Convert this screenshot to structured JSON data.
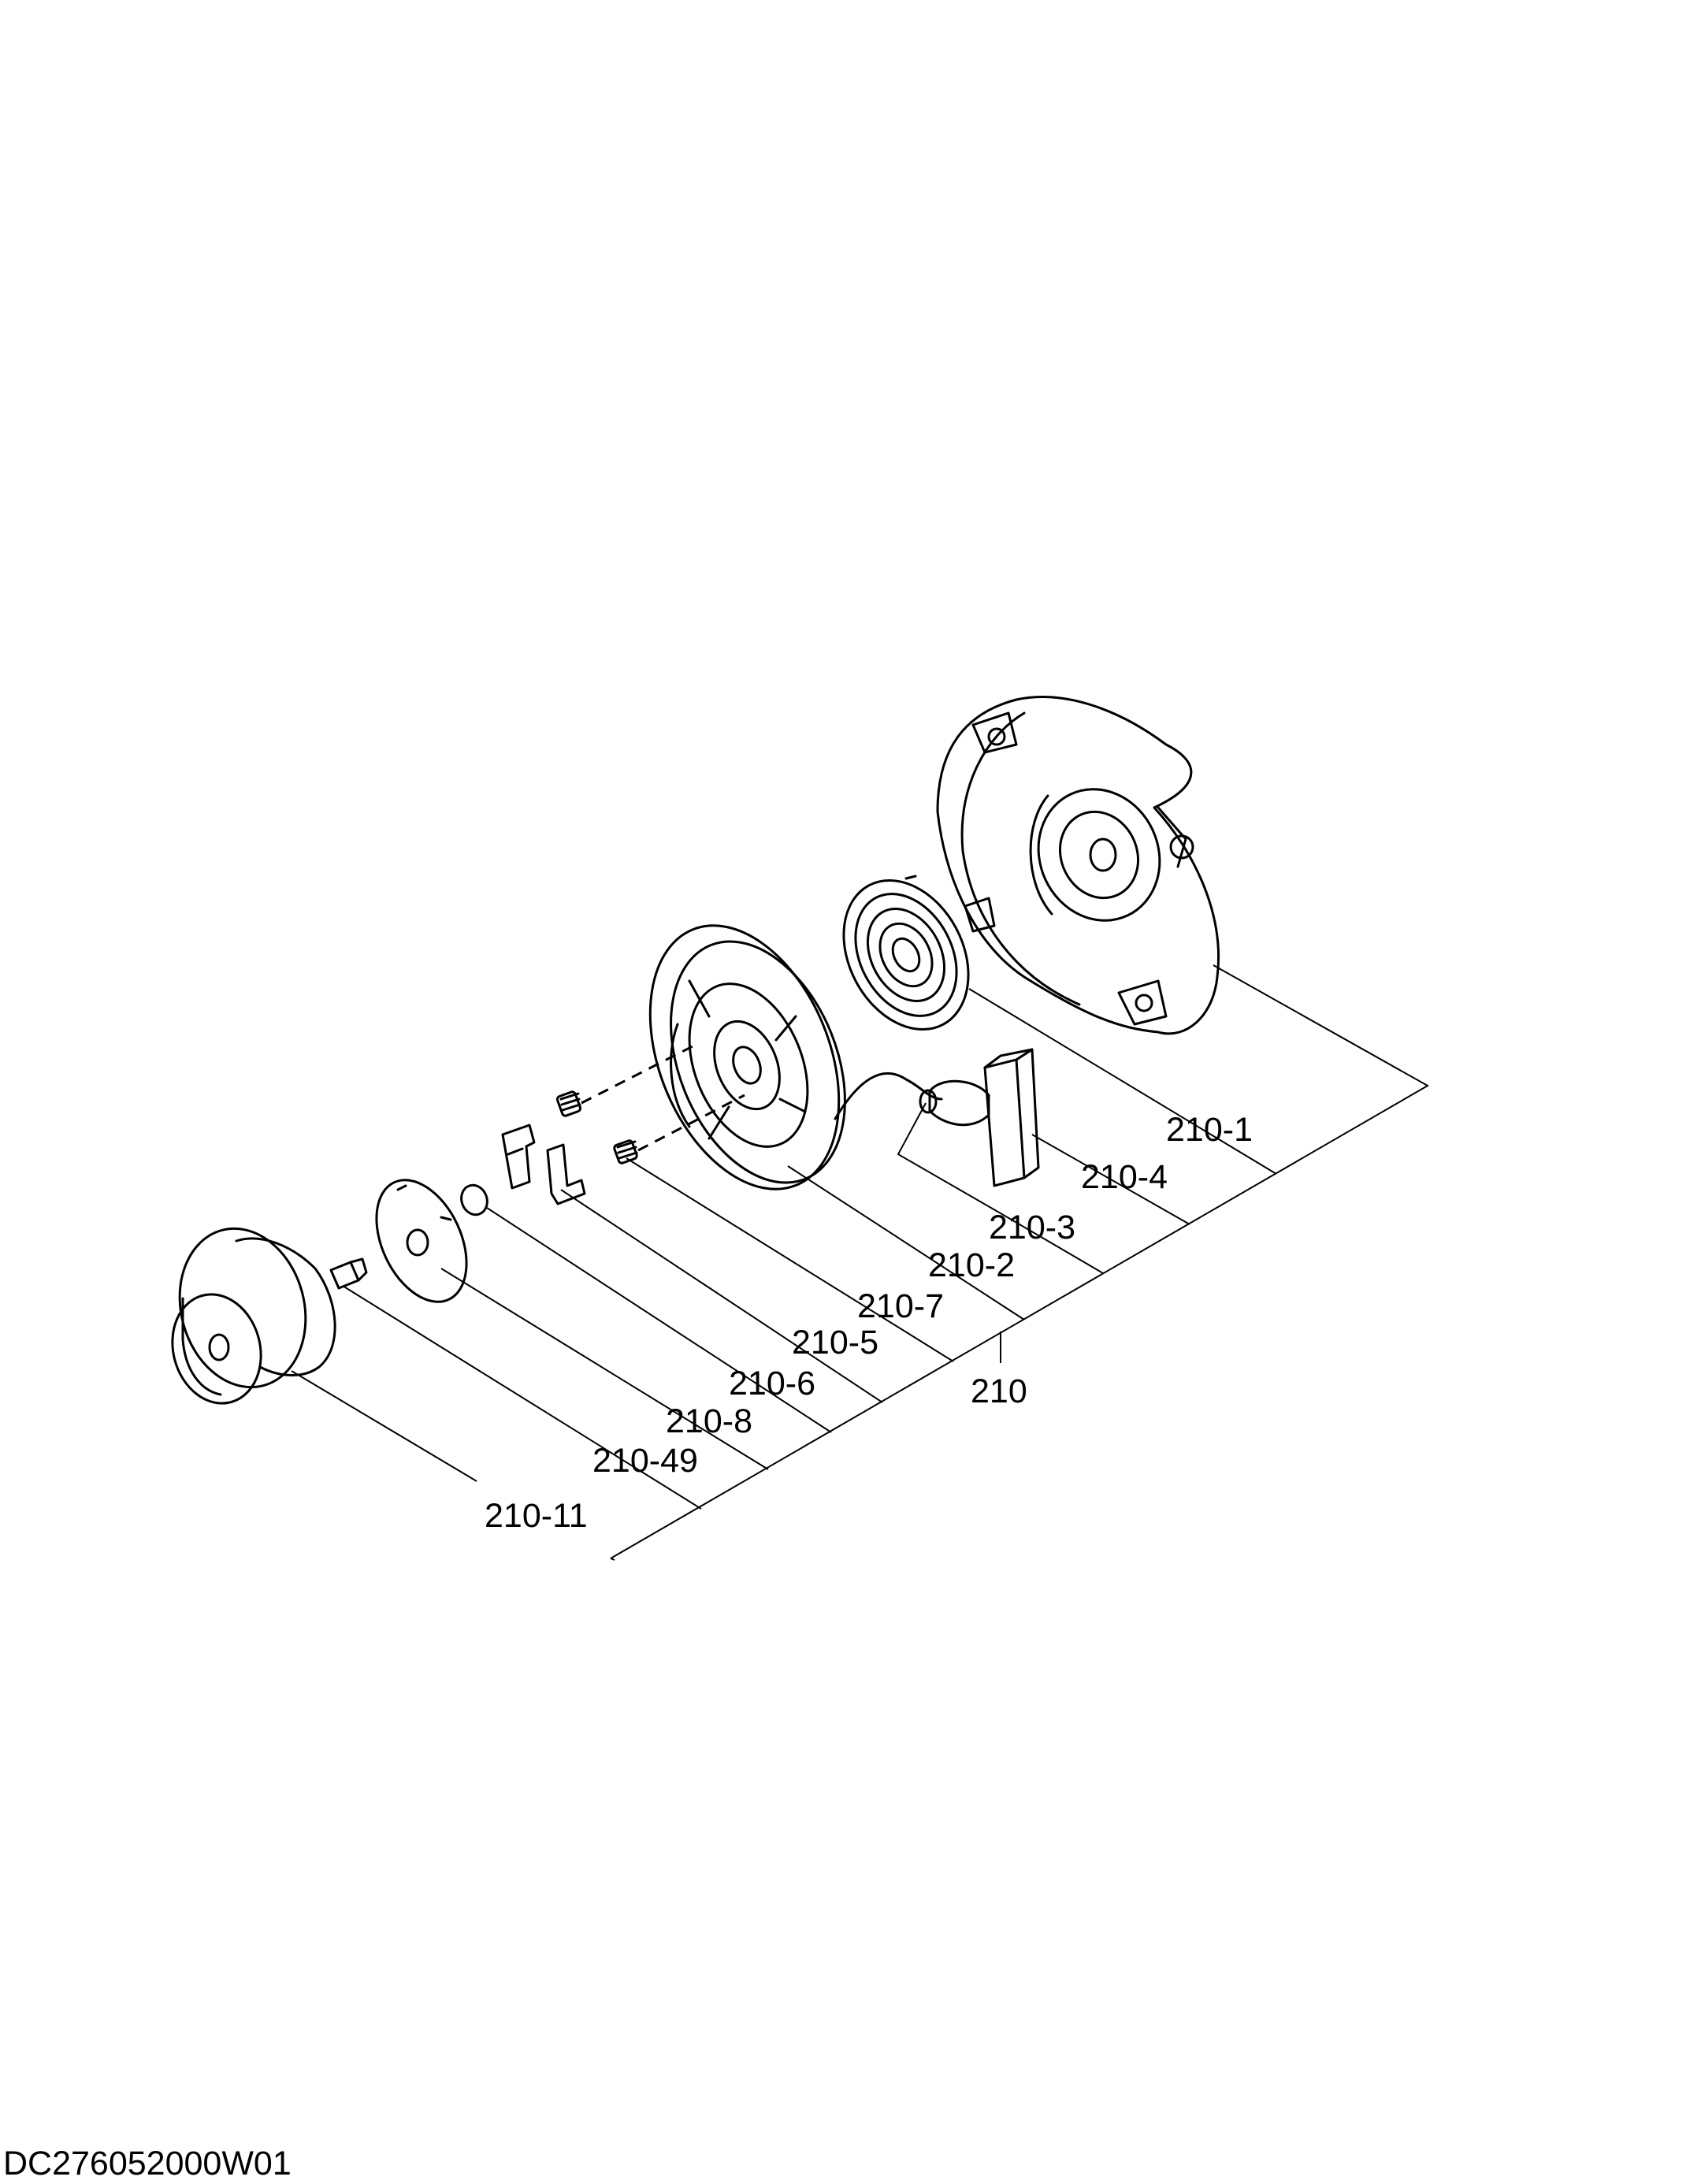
{
  "document": {
    "code": "DC276052000W01"
  },
  "callouts": [
    {
      "id": "210-1",
      "label": "210-1"
    },
    {
      "id": "210-4",
      "label": "210-4"
    },
    {
      "id": "210-3",
      "label": "210-3"
    },
    {
      "id": "210-2",
      "label": "210-2"
    },
    {
      "id": "210-7",
      "label": "210-7"
    },
    {
      "id": "210-5",
      "label": "210-5"
    },
    {
      "id": "210-6",
      "label": "210-6"
    },
    {
      "id": "210-8",
      "label": "210-8"
    },
    {
      "id": "210-49",
      "label": "210-49"
    },
    {
      "id": "210-11",
      "label": "210-11"
    },
    {
      "id": "210",
      "label": "210"
    }
  ]
}
